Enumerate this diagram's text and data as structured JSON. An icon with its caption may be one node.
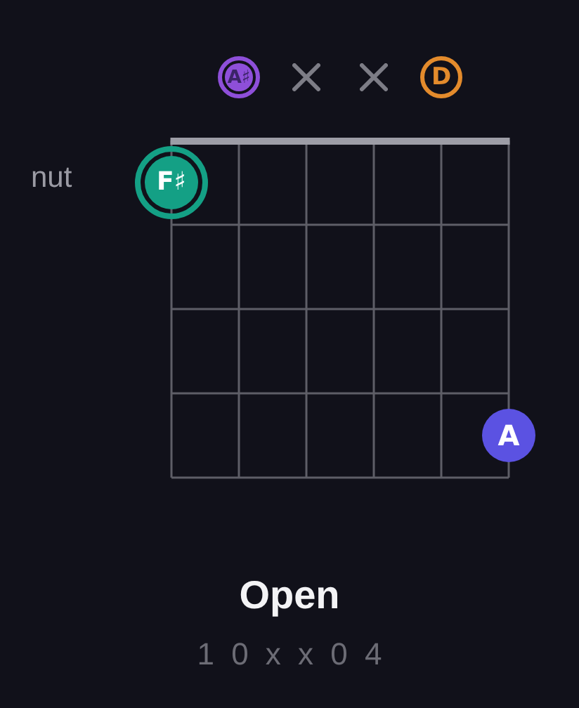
{
  "diagram": {
    "title": "Open",
    "caption": "1 0 x x 0 4",
    "nodes": [
      {
        "text": [
          "A♯"
        ]
      },
      {
        "text": [
          "D"
        ]
      },
      {
        "text": [
          "F♯"
        ]
      },
      {
        "text": [
          "A"
        ]
      }
    ],
    "labels": [
      "nut"
    ]
  }
}
